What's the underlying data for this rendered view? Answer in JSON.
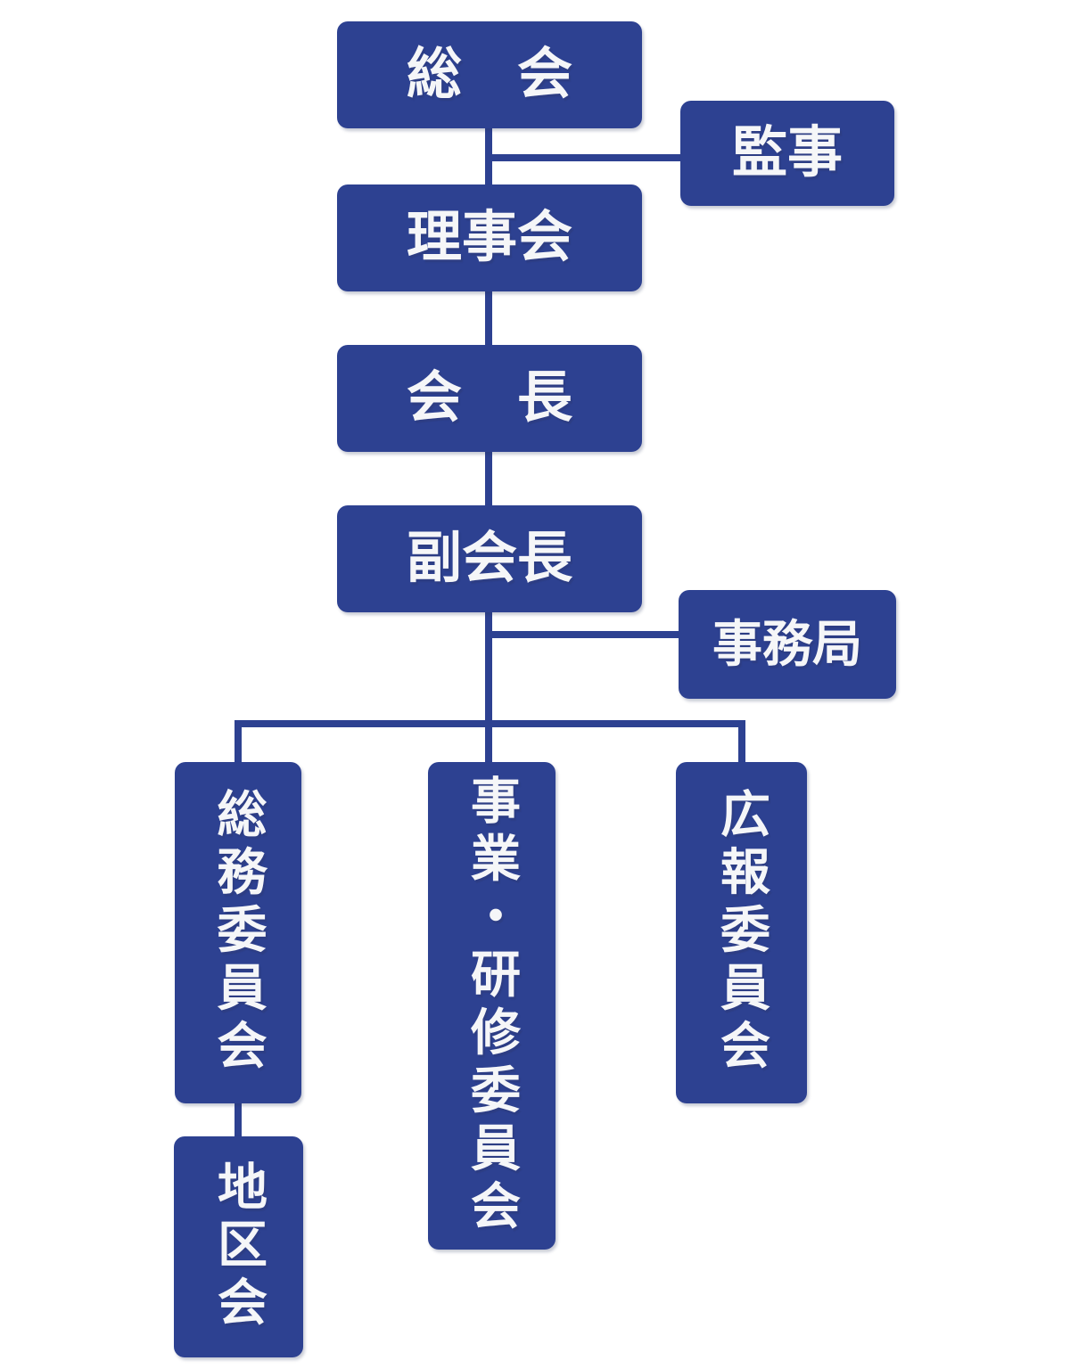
{
  "palette": {
    "node_fill": "#2d4191",
    "connector": "#2d4191",
    "label": "#f5f6f8",
    "background": "#ffffff"
  },
  "chart": {
    "type": "org-chart",
    "nodes": [
      {
        "id": "soukai",
        "label": "総　会",
        "orientation": "horizontal"
      },
      {
        "id": "kanji",
        "label": "監事",
        "orientation": "horizontal"
      },
      {
        "id": "rijikai",
        "label": "理事会",
        "orientation": "horizontal"
      },
      {
        "id": "kaichou",
        "label": "会　長",
        "orientation": "horizontal"
      },
      {
        "id": "fukukaichou",
        "label": "副会長",
        "orientation": "horizontal"
      },
      {
        "id": "jimukyoku",
        "label": "事務局",
        "orientation": "horizontal"
      },
      {
        "id": "soumu-iinkai",
        "label": "総務委員会",
        "orientation": "vertical"
      },
      {
        "id": "jigyou-kenshuu-iinkai",
        "label": "事業・研修委員会",
        "orientation": "vertical"
      },
      {
        "id": "kouhou-iinkai",
        "label": "広報委員会",
        "orientation": "vertical"
      },
      {
        "id": "chikukai",
        "label": "地区会",
        "orientation": "vertical"
      }
    ],
    "edges": [
      {
        "from": "総会",
        "to": "理事会"
      },
      {
        "from": "総会-理事会",
        "to": "監事"
      },
      {
        "from": "理事会",
        "to": "会長"
      },
      {
        "from": "会長",
        "to": "副会長"
      },
      {
        "from": "副会長",
        "to": "事務局"
      },
      {
        "from": "副会長",
        "to": "総務委員会"
      },
      {
        "from": "副会長",
        "to": "事業・研修委員会"
      },
      {
        "from": "副会長",
        "to": "広報委員会"
      },
      {
        "from": "総務委員会",
        "to": "地区会"
      }
    ]
  }
}
